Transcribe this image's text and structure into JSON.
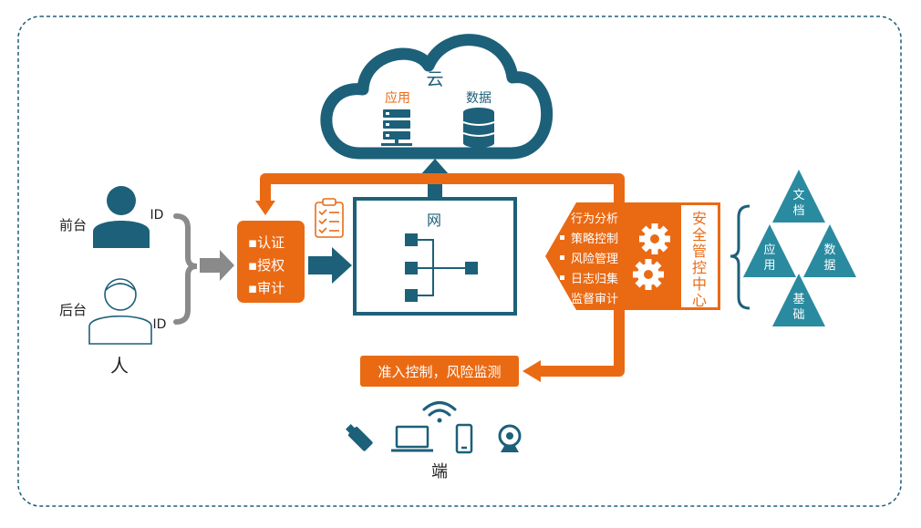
{
  "cloud": {
    "title": "云",
    "app_label": "应用",
    "data_label": "数据"
  },
  "people": {
    "front_label": "前台",
    "back_label": "后台",
    "id_front": "ID",
    "id_back": "ID",
    "person_label": "人"
  },
  "auth_box": {
    "items": [
      "▪认证",
      "▪授权",
      "▪审计"
    ]
  },
  "network": {
    "label": "网"
  },
  "security_center": {
    "title_chars": [
      "安",
      "全",
      "管",
      "控",
      "中",
      "心"
    ],
    "items": [
      "行为分析",
      "策略控制",
      "风险管理",
      "日志归集",
      "监督审计"
    ]
  },
  "resources": {
    "doc": "文档",
    "app": "应用",
    "data": "数据",
    "base": "基础"
  },
  "endpoint": {
    "bar_label": "准入控制，风险监测",
    "label": "端"
  },
  "colors": {
    "teal": "#1d6079",
    "orange": "#ea6a14",
    "gray": "#8a8a8a",
    "border": "#1f5e77"
  }
}
